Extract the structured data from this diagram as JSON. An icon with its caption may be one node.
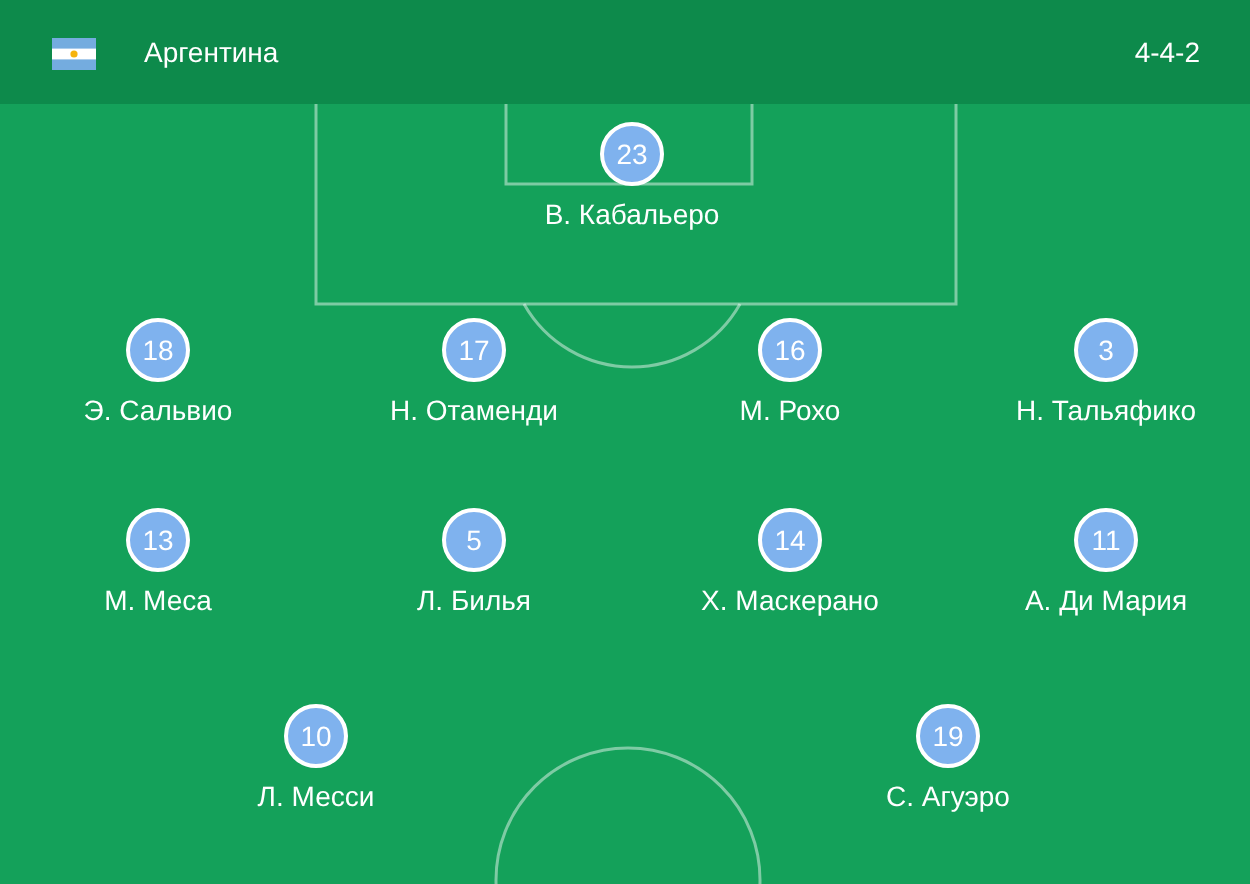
{
  "diagram": {
    "title": "Аргентина",
    "nodes": [
      {
        "text": [
          "23"
        ],
        "beside": [
          "В. Кабальеро"
        ]
      },
      {
        "text": [
          "18"
        ],
        "beside": [
          "Э. Сальвио"
        ]
      },
      {
        "text": [
          "17"
        ],
        "beside": [
          "Н. Отаменди"
        ]
      },
      {
        "text": [
          "16"
        ],
        "beside": [
          "М. Рохо"
        ]
      },
      {
        "text": [
          "3"
        ],
        "beside": [
          "Н. Тальяфико"
        ]
      },
      {
        "text": [
          "13"
        ],
        "beside": [
          "М. Меса"
        ]
      },
      {
        "text": [
          "5"
        ],
        "beside": [
          "Л. Билья"
        ]
      },
      {
        "text": [
          "14"
        ],
        "beside": [
          "Х. Маскерано"
        ]
      },
      {
        "text": [
          "11"
        ],
        "beside": [
          "А. Ди Мария"
        ]
      },
      {
        "text": [
          "10"
        ],
        "beside": [
          "Л. Месси"
        ]
      },
      {
        "text": [
          "19"
        ],
        "beside": [
          "С. Агуэро"
        ]
      }
    ],
    "labels": [
      "4-4-2"
    ]
  }
}
